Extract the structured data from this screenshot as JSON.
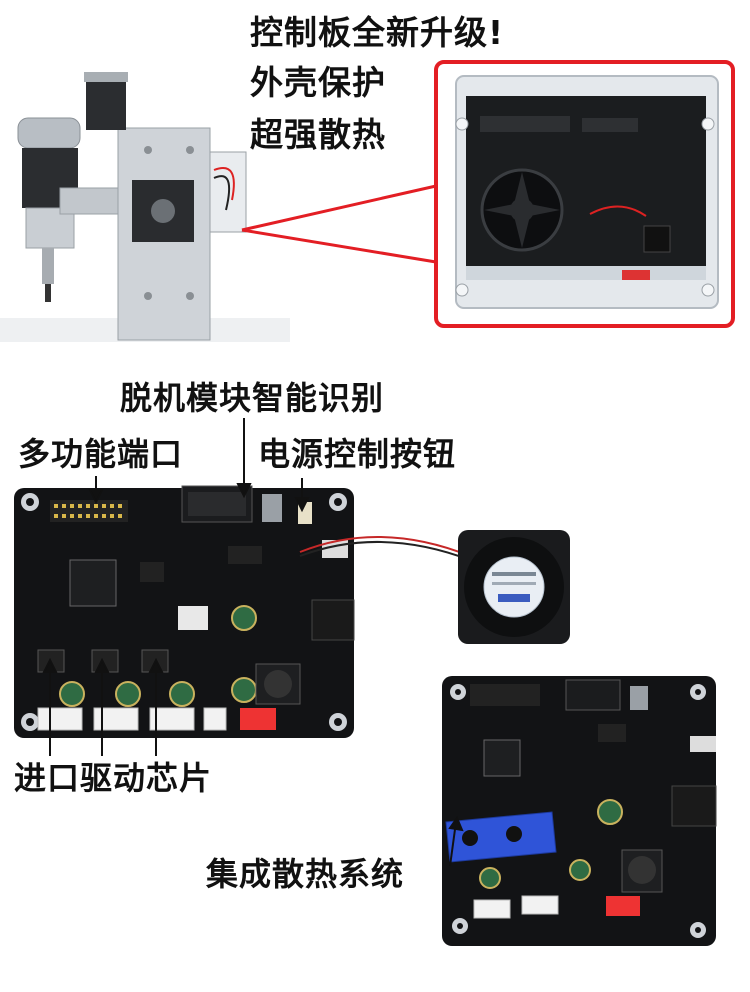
{
  "top_section": {
    "headline": "控制板全新升级!",
    "line2": "外壳保护",
    "line3": "超强散热"
  },
  "callouts": {
    "offline_module": "脱机模块智能识别",
    "multi_port": "多功能端口",
    "power_button": "电源控制按钮",
    "driver_chips": "进口驱动芯片",
    "heatsink": "集成散热系统"
  },
  "colors": {
    "highlight_box": "#e31e24",
    "pcb": "#111111",
    "heatsink": "#2f54d8",
    "text": "#111111"
  }
}
